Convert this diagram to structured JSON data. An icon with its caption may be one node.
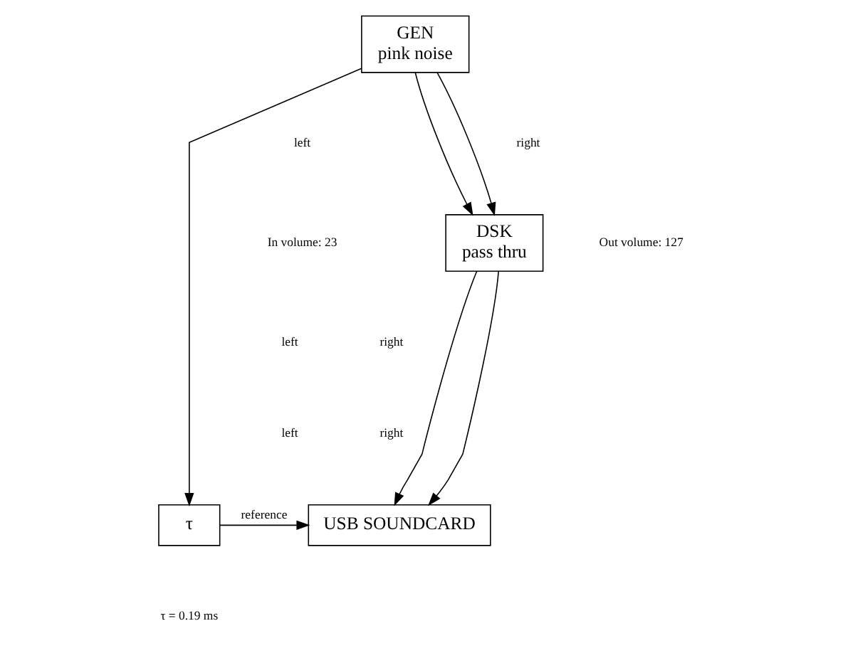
{
  "diagram": {
    "nodes": [
      {
        "text": [
          "GEN",
          "pink noise"
        ]
      },
      {
        "text": [
          "DSK",
          "pass thru"
        ]
      },
      {
        "text": [
          "τ"
        ]
      },
      {
        "text": [
          "USB SOUNDCARD"
        ]
      }
    ],
    "edges": [
      {
        "from": 0,
        "to": 1,
        "arrow": "to"
      },
      {
        "from": 0,
        "to": 1,
        "arrow": "to"
      },
      {
        "from": 0,
        "to": 2,
        "arrow": "to"
      },
      {
        "from": 1,
        "to": 3,
        "arrow": "to"
      },
      {
        "from": 1,
        "to": 3,
        "arrow": "to"
      },
      {
        "from": 2,
        "to": 3,
        "label": "reference",
        "arrow": "to"
      }
    ],
    "labels": [
      "left",
      "right",
      "In volume: 23",
      "Out volume: 127",
      "left",
      "right",
      "left",
      "right",
      "τ = 0.19 ms"
    ]
  }
}
